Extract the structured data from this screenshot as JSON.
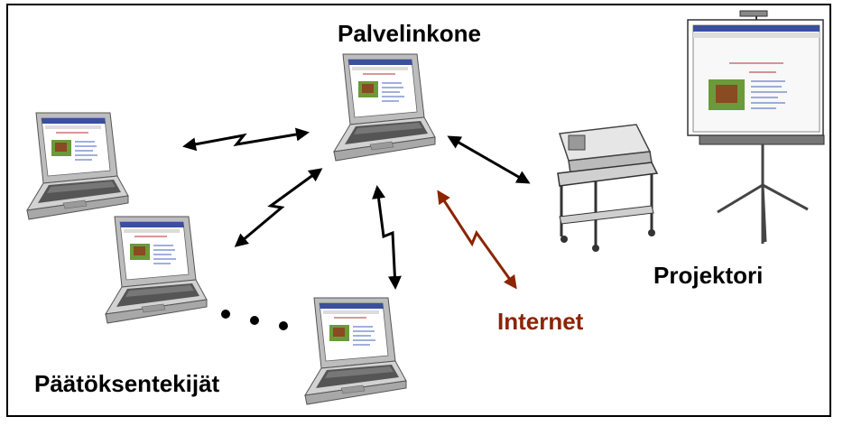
{
  "labels": {
    "server": "Palvelinkone",
    "projector": "Projektori",
    "internet": "Internet",
    "decision_makers": "Päätöksentekijät"
  },
  "colors": {
    "text": "#000000",
    "internet": "#8b2500",
    "laptop_body": "#c8c8c8",
    "screen_page": "#ffffff"
  }
}
